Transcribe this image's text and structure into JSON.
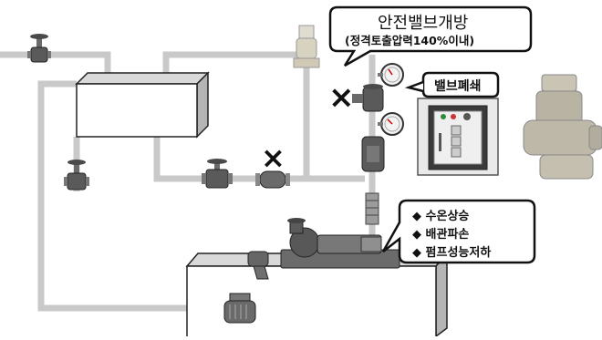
{
  "callouts": {
    "relief_open": {
      "title": "안전밸브개방",
      "subtitle": "(정격토출압력140%이내)"
    },
    "valve_closed": {
      "title": "밸브폐쇄"
    },
    "effects": {
      "items": [
        "◆ 수온상승",
        "◆ 배관파손",
        "◆ 펌프성능저하"
      ]
    }
  },
  "marks": {
    "x_mark_left": "×",
    "x_mark_right": "×"
  },
  "colors": {
    "pipe": "#c9c9c9",
    "tank_side": "#b5b5b5",
    "tank_top": "#d9d9d9",
    "outline": "#222222",
    "valve_dark": "#4a4a4a",
    "valve_mid": "#8c8c8c"
  }
}
